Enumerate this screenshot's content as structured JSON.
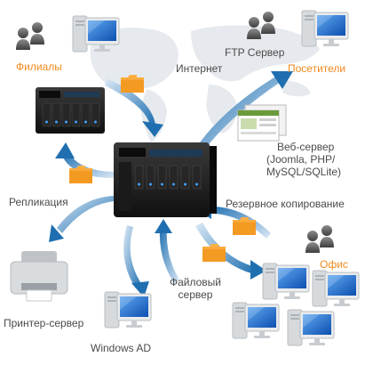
{
  "colors": {
    "accent_orange": "#f08a1c",
    "arrow_blue": "#1f6fb0",
    "text_gray": "#4a4a4a",
    "nas_black": "#1b1b1b",
    "monitor_blue": "#1d6fd1",
    "map_gray": "#e6eaee"
  },
  "labels": {
    "branches": "Филиалы",
    "internet": "Интернет",
    "ftp_server": "FTP Сервер",
    "visitors": "Посетители",
    "web_server_1": "Веб-сервер",
    "web_server_2": "(Joomla, PHP/",
    "web_server_3": "MySQL/SQLite)",
    "replication": "Репликация",
    "backup": "Резервное копирование",
    "office": "Офис",
    "file_server_1": "Файловый",
    "file_server_2": "сервер",
    "printer_server": "Принтер-сервер",
    "windows_ad": "Windows AD"
  },
  "icons": [
    "people-icon",
    "desktop-computer-icon",
    "nas-device-icon",
    "folder-icon",
    "website-screenshot-icon",
    "printer-icon",
    "world-map-icon",
    "arrow-icon"
  ]
}
